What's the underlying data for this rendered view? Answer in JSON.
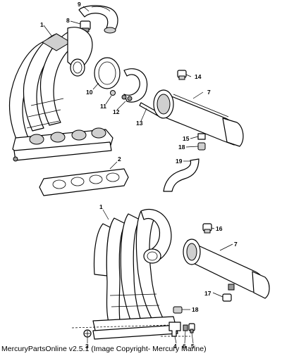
{
  "caption": "MercuryPartsOnline v2.5.1 (Image Copyright- Mercury Marine)",
  "callouts": {
    "c9": "9",
    "c8": "8",
    "c1": "1",
    "c10": "10",
    "c11": "11",
    "c12": "12",
    "c13": "13",
    "c14": "14",
    "c7": "7",
    "c15": "15",
    "c18": "18",
    "c19": "19",
    "c2": "2",
    "c1b": "1",
    "c16": "16",
    "c7b": "7",
    "c17": "17",
    "c18b": "18",
    "c4": "4",
    "c6": "6",
    "c5": "5",
    "c3": "3"
  }
}
